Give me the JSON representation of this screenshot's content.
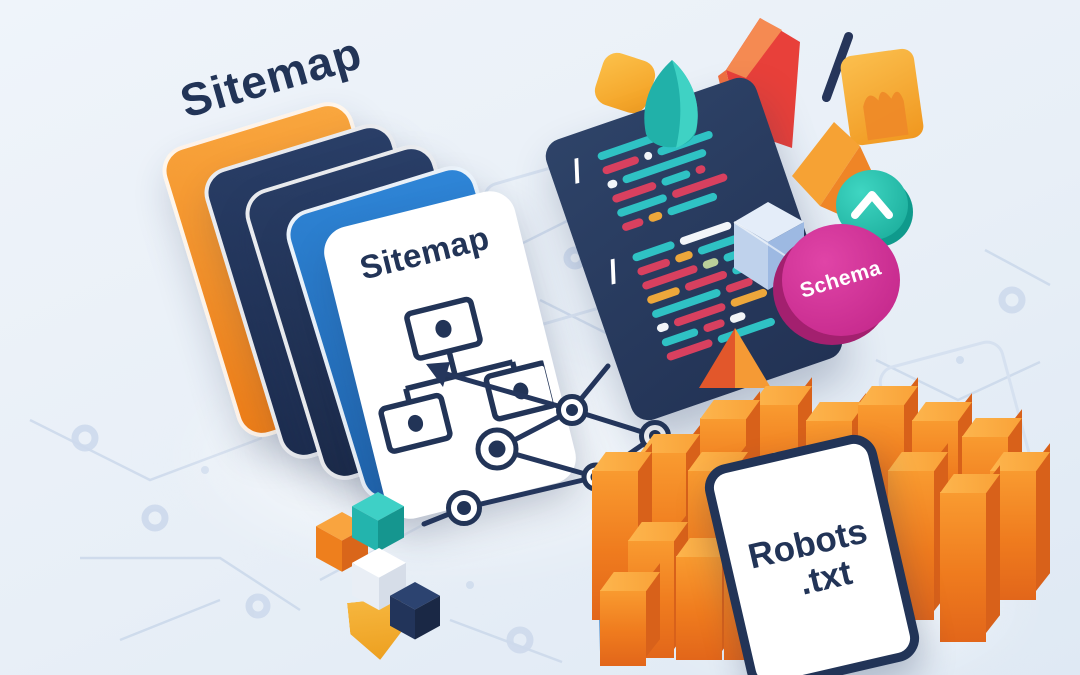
{
  "labels": {
    "main_title": "Sitemap",
    "card_title": "Sitemap",
    "schema_badge": "Schema",
    "robots_line1": "Robots",
    "robots_line2": ".txt"
  },
  "icons": {
    "code_slash": "/",
    "slash_mark": "/",
    "chevron": "^"
  },
  "palette": {
    "background": "#e9eff7",
    "navy": "#223457",
    "card_orange": "#f08a1e",
    "card_blue": "#2b7fd4",
    "teal": "#2fc2c4",
    "magenta": "#c92d90",
    "code_red": "#d8405f",
    "code_amber": "#eda73b",
    "code_white": "#f2f5f9",
    "code_sage": "#b9cf9a",
    "pillar_orange": "#ef7b1e",
    "zigzag_blue": "#2f7cc7",
    "zigzag_navy": "#1d3a63"
  },
  "code_panel": {
    "blocks": [
      [
        [
          [
            "teal",
            66
          ],
          [
            "red",
            12
          ]
        ],
        [
          [
            "red",
            38
          ],
          [
            "white",
            8
          ],
          [
            "teal",
            58
          ]
        ],
        [
          [
            "white",
            10
          ],
          [
            "teal",
            88
          ]
        ],
        [
          [
            "red",
            46
          ],
          [
            "teal",
            30
          ],
          [
            "red",
            10
          ]
        ],
        [
          [
            "teal",
            52
          ],
          [
            "red",
            58
          ]
        ],
        [
          [
            "red",
            22
          ],
          [
            "amber",
            14
          ],
          [
            "teal",
            52
          ]
        ]
      ],
      [
        [
          [
            "teal",
            44
          ],
          [
            "white",
            54
          ]
        ],
        [
          [
            "red",
            34
          ],
          [
            "amber",
            18
          ],
          [
            "teal",
            42
          ]
        ],
        [
          [
            "red",
            58
          ],
          [
            "sage",
            16
          ],
          [
            "teal",
            28
          ]
        ],
        [
          [
            "amber",
            34
          ],
          [
            "red",
            44
          ],
          [
            "teal",
            18
          ]
        ],
        [
          [
            "teal",
            72
          ],
          [
            "red",
            28
          ]
        ],
        [
          [
            "white",
            12
          ],
          [
            "red",
            54
          ],
          [
            "amber",
            38
          ]
        ],
        [
          [
            "teal",
            38
          ],
          [
            "red",
            22
          ],
          [
            "white",
            16
          ]
        ],
        [
          [
            "red",
            48
          ],
          [
            "teal",
            60
          ]
        ]
      ]
    ]
  }
}
